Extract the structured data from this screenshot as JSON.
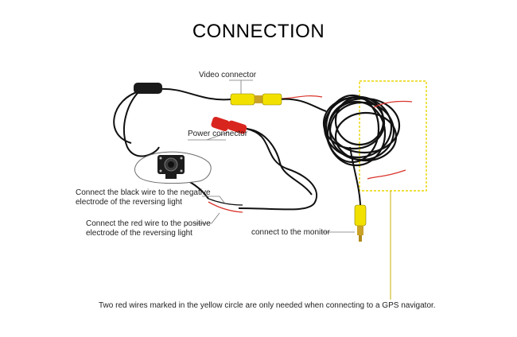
{
  "title": "CONNECTION",
  "labels": {
    "video_connector": "Video connector",
    "power_connector": "Power connector",
    "black_wire_line1": "Connect the black wire to the negative",
    "black_wire_line2": "electrode of the reversing light",
    "red_wire_line1": "Connect the red wire to the positive",
    "red_wire_line2": "electrode of the reversing light",
    "monitor": "connect to the monitor",
    "gps_note": "Two red wires marked in the yellow circle are only needed when connecting to a GPS navigator."
  },
  "colors": {
    "cable": "#111111",
    "rca_yellow": "#f2e100",
    "red_connector": "#d8261e",
    "red_wire": "#d9332b",
    "highlight_box": "#e8d400",
    "callout": "#c8b000",
    "gold": "#c9a227"
  }
}
